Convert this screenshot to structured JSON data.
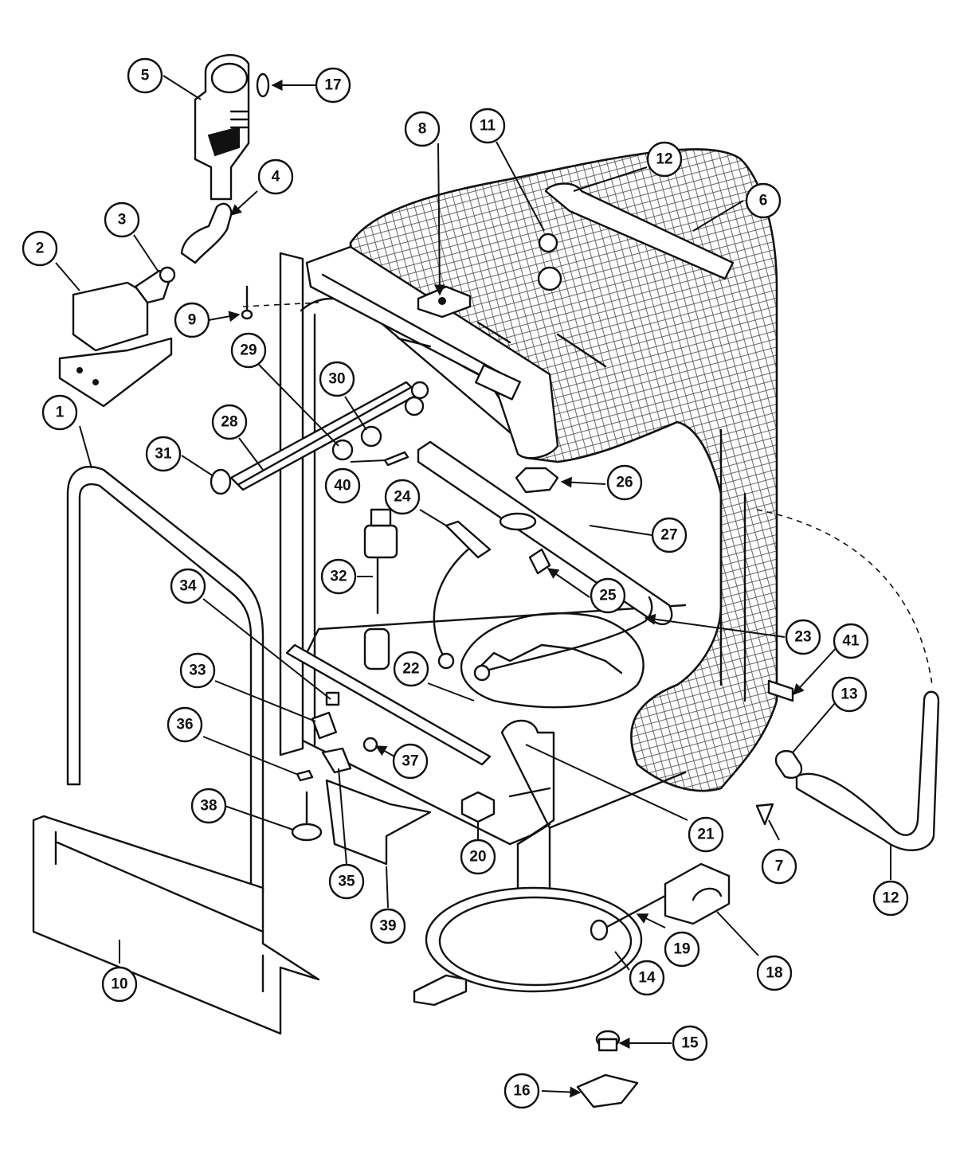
{
  "diagram": {
    "callouts": [
      {
        "id": "1",
        "label": "1"
      },
      {
        "id": "2",
        "label": "2"
      },
      {
        "id": "3",
        "label": "3"
      },
      {
        "id": "4",
        "label": "4"
      },
      {
        "id": "5",
        "label": "5"
      },
      {
        "id": "6",
        "label": "6"
      },
      {
        "id": "7",
        "label": "7"
      },
      {
        "id": "8",
        "label": "8"
      },
      {
        "id": "9",
        "label": "9"
      },
      {
        "id": "10",
        "label": "10"
      },
      {
        "id": "11",
        "label": "11"
      },
      {
        "id": "12a",
        "label": "12"
      },
      {
        "id": "12b",
        "label": "12"
      },
      {
        "id": "13",
        "label": "13"
      },
      {
        "id": "14",
        "label": "14"
      },
      {
        "id": "15",
        "label": "15"
      },
      {
        "id": "16",
        "label": "16"
      },
      {
        "id": "17",
        "label": "17"
      },
      {
        "id": "18",
        "label": "18"
      },
      {
        "id": "19",
        "label": "19"
      },
      {
        "id": "20",
        "label": "20"
      },
      {
        "id": "21",
        "label": "21"
      },
      {
        "id": "22",
        "label": "22"
      },
      {
        "id": "23",
        "label": "23"
      },
      {
        "id": "24",
        "label": "24"
      },
      {
        "id": "25",
        "label": "25"
      },
      {
        "id": "26",
        "label": "26"
      },
      {
        "id": "27",
        "label": "27"
      },
      {
        "id": "28",
        "label": "28"
      },
      {
        "id": "29",
        "label": "29"
      },
      {
        "id": "30",
        "label": "30"
      },
      {
        "id": "31",
        "label": "31"
      },
      {
        "id": "32",
        "label": "32"
      },
      {
        "id": "33",
        "label": "33"
      },
      {
        "id": "34",
        "label": "34"
      },
      {
        "id": "35",
        "label": "35"
      },
      {
        "id": "36",
        "label": "36"
      },
      {
        "id": "37",
        "label": "37"
      },
      {
        "id": "38",
        "label": "38"
      },
      {
        "id": "39",
        "label": "39"
      },
      {
        "id": "40",
        "label": "40"
      },
      {
        "id": "41",
        "label": "41"
      }
    ]
  }
}
